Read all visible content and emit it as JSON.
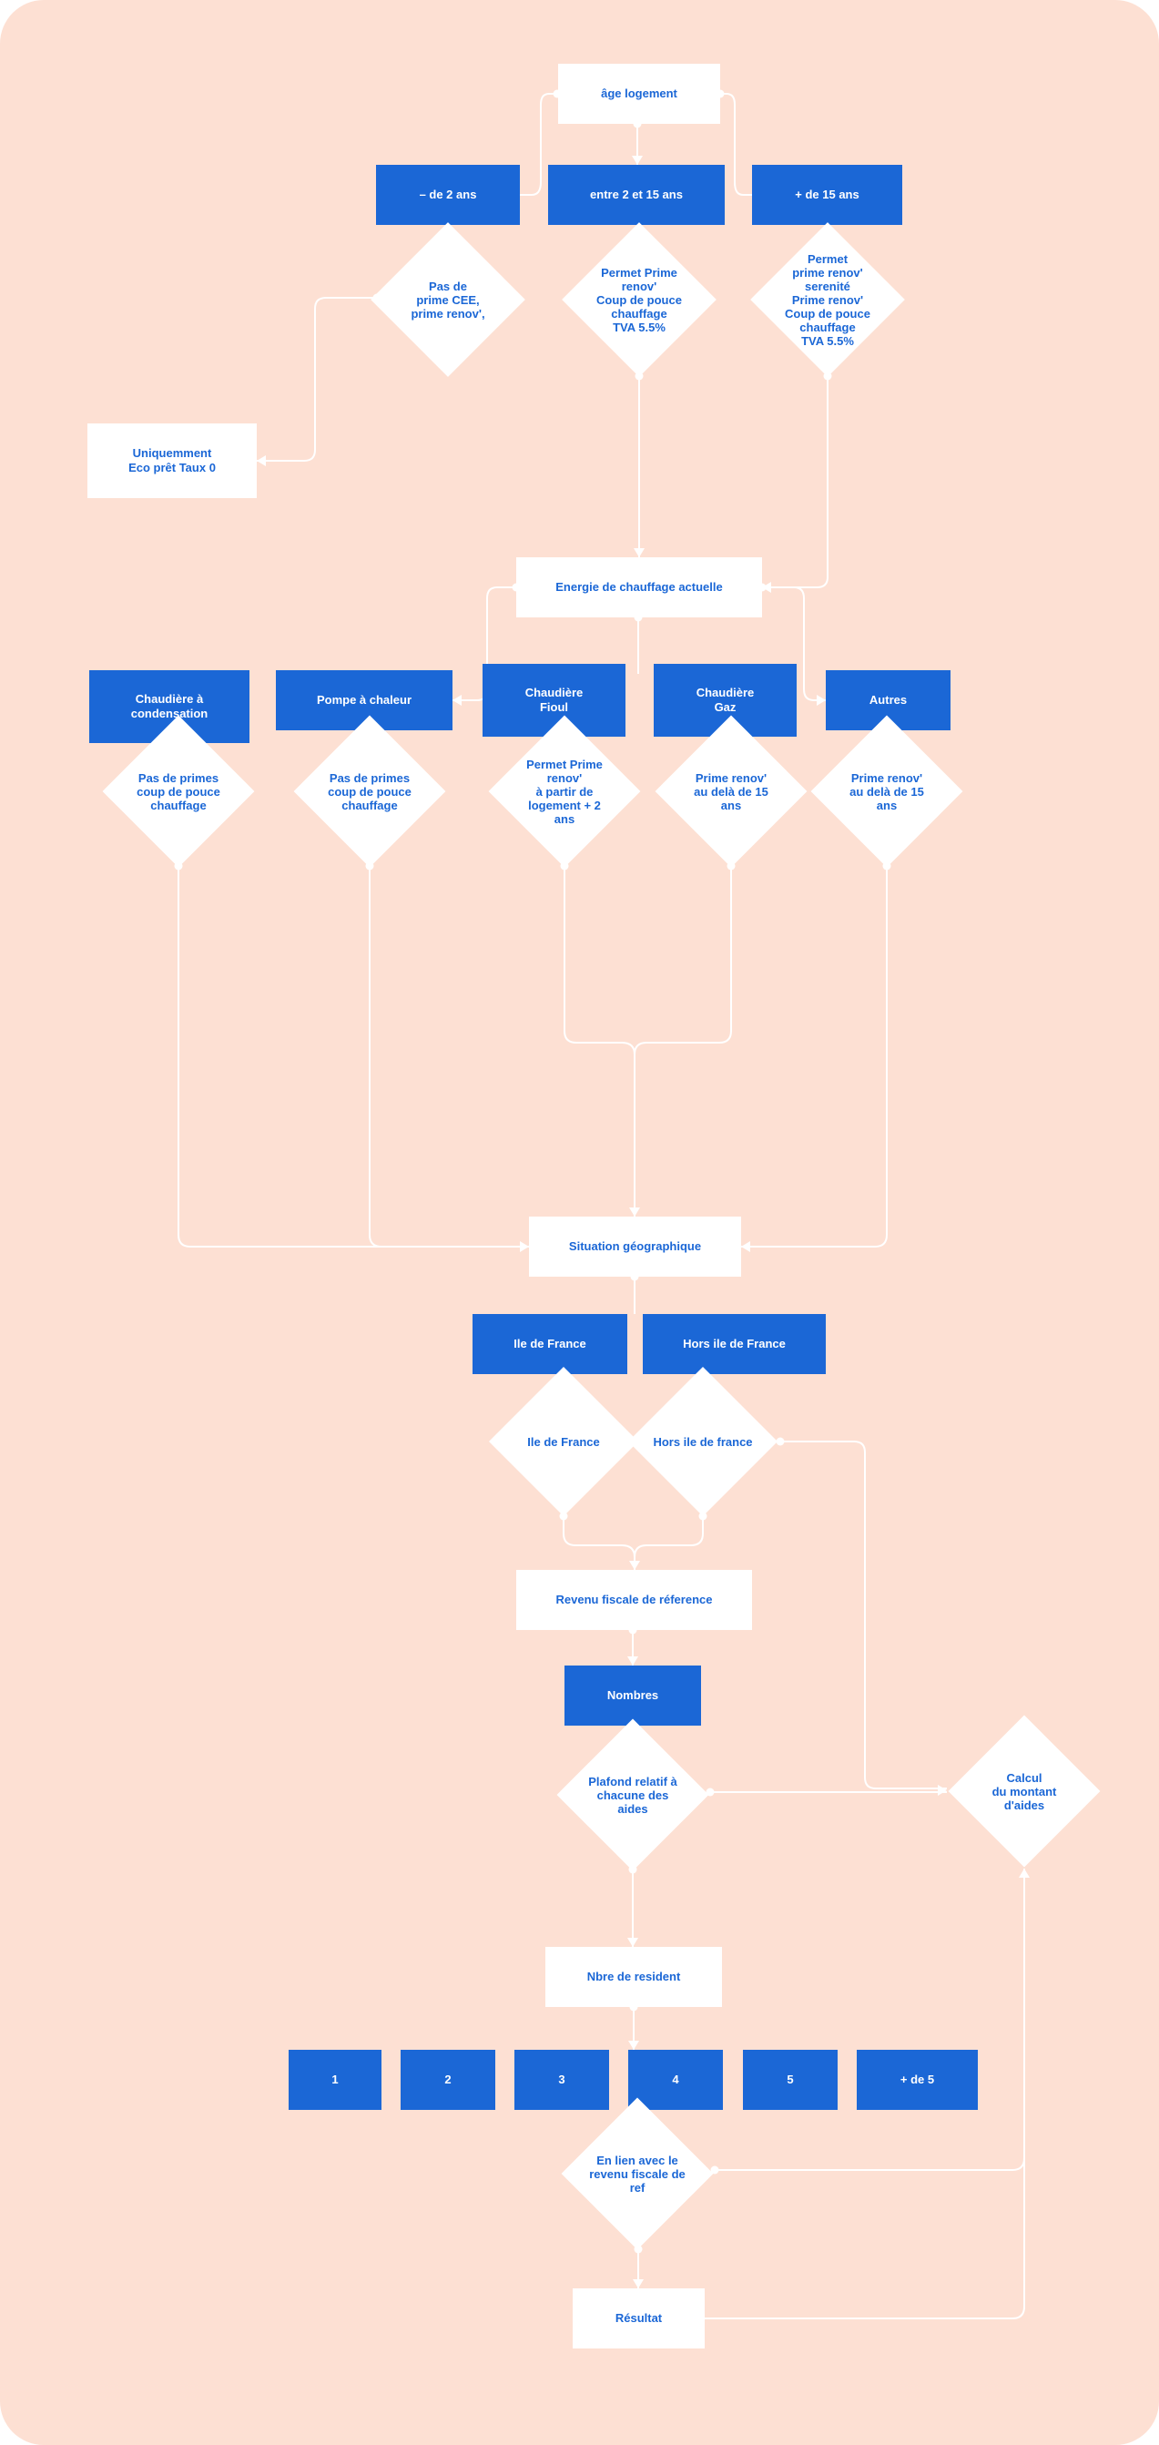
{
  "colors": {
    "background": "#fde0d3",
    "box_blue": "#1b67d6",
    "box_white": "#ffffff",
    "connector": "#ffffff",
    "text_blue": "#1b67d6"
  },
  "nodes": {
    "age_logement": "âge logement",
    "moins_2_ans": "–  de 2 ans",
    "entre_2_15": "entre 2 et 15 ans",
    "plus_15_ans": "+ de 15 ans",
    "d_pas_de_prime": "Pas de\nprime CEE,\nprime renov',",
    "d_permet_prime_renov": "Permet Prime\nrenov'\nCoup de pouce\nchauffage\nTVA 5.5%",
    "d_permet_serenite": "Permet\nprime renov'\nserenité\nPrime renov'\nCoup de pouce\nchauffage\nTVA 5.5%",
    "eco_pret": "Uniquemment\nEco prêt Taux 0",
    "energie_chauffage": "Energie de chauffage actuelle",
    "chaudiere_condensation": "Chaudière à\ncondensation",
    "pompe_chaleur": "Pompe à chaleur",
    "chaudiere_fioul": "Chaudière\nFioul",
    "chaudiere_gaz": "Chaudière\nGaz",
    "autres": "Autres",
    "d_pas_de_primes_1": "Pas de primes\ncoup de pouce\nchauffage",
    "d_pas_de_primes_2": "Pas de primes\ncoup de pouce\nchauffage",
    "d_fioul": "Permet Prime\nrenov'\nà partir de\nlogement + 2\nans",
    "d_gaz": "Prime renov'\nau delà de 15\nans",
    "d_autres": "Prime renov'\nau delà de 15\nans",
    "situation_geo": "Situation géographique",
    "ile_de_france": "Ile de France",
    "hors_ile_de_france": "Hors ile de France",
    "d_ile_de_france": "Ile de France",
    "d_hors_ile": "Hors ile de france",
    "revenu_fiscal": "Revenu fiscale de réference",
    "nombres": "Nombres",
    "d_plafond": "Plafond relatif à\nchacune des\naides",
    "d_calcul": "Calcul\ndu montant\nd'aides",
    "nbre_resident": "Nbre de resident",
    "res_1": "1",
    "res_2": "2",
    "res_3": "3",
    "res_4": "4",
    "res_5": "5",
    "res_plus5": "+ de 5",
    "d_en_lien": "En lien avec le\nrevenu fiscale de\nref",
    "resultat": "Résultat"
  }
}
